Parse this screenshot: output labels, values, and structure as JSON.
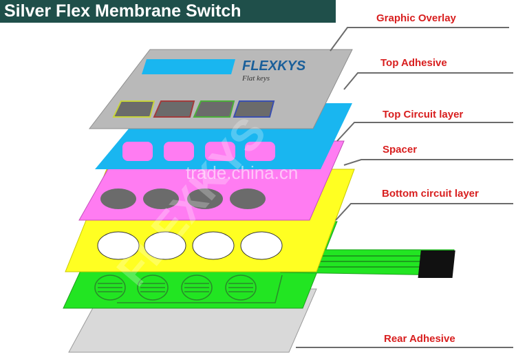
{
  "title": "Silver Flex Membrane Switch",
  "layers": [
    {
      "id": "graphic-overlay",
      "label": "Graphic Overlay"
    },
    {
      "id": "top-adhesive",
      "label": "Top Adhesive"
    },
    {
      "id": "top-circuit-layer",
      "label": "Top Circuit layer"
    },
    {
      "id": "spacer",
      "label": "Spacer"
    },
    {
      "id": "bottom-circuit-layer",
      "label": "Bottom circuit layer"
    },
    {
      "id": "rear-adhesive",
      "label": "Rear Adhesive"
    }
  ],
  "overlay": {
    "logo": "FLEXKYS",
    "subtitle": "Flat keys",
    "key_colors": [
      "#c8d43a",
      "#a23b3b",
      "#4caf3a",
      "#3a4fb0"
    ]
  },
  "watermarks": {
    "site": "trade.china.cn",
    "brand": "FLEXKYS"
  },
  "colors": {
    "graphic_overlay": "#b9b9b9",
    "top_adhesive": "#19b6f0",
    "top_circuit": "#ff7cf2",
    "spacer": "#ffff22",
    "bottom_circuit": "#22e522",
    "rear_adhesive": "#d9d9d9",
    "label_red": "#d81e1e",
    "title_bg": "#1f4f4a"
  }
}
